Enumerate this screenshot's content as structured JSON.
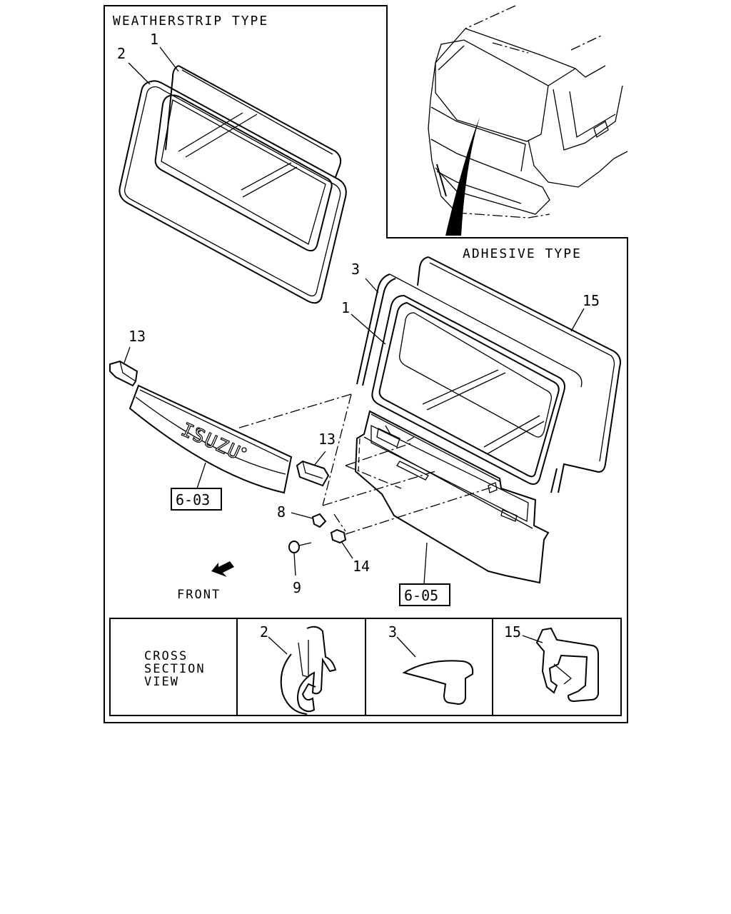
{
  "sections": {
    "weatherstrip_type": "WEATHERSTRIP TYPE",
    "adhesive_type": "ADHESIVE TYPE"
  },
  "callouts": {
    "ws_1": "1",
    "ws_2": "2",
    "ad_3": "3",
    "ad_1": "1",
    "ad_15": "15",
    "garnish_clip_left": "13",
    "garnish_clip_right": "13",
    "clip_8": "8",
    "screw_9": "9",
    "nut_14": "14"
  },
  "references": {
    "ref_garnish": "6-03",
    "ref_door": "6-05"
  },
  "emblem": "ISUZU",
  "direction": {
    "label": "FRONT"
  },
  "cross_section": {
    "title_line1": "CROSS",
    "title_line2": "SECTION",
    "title_line3": "VIEW",
    "panel_2": "2",
    "panel_3": "3",
    "panel_15": "15"
  }
}
